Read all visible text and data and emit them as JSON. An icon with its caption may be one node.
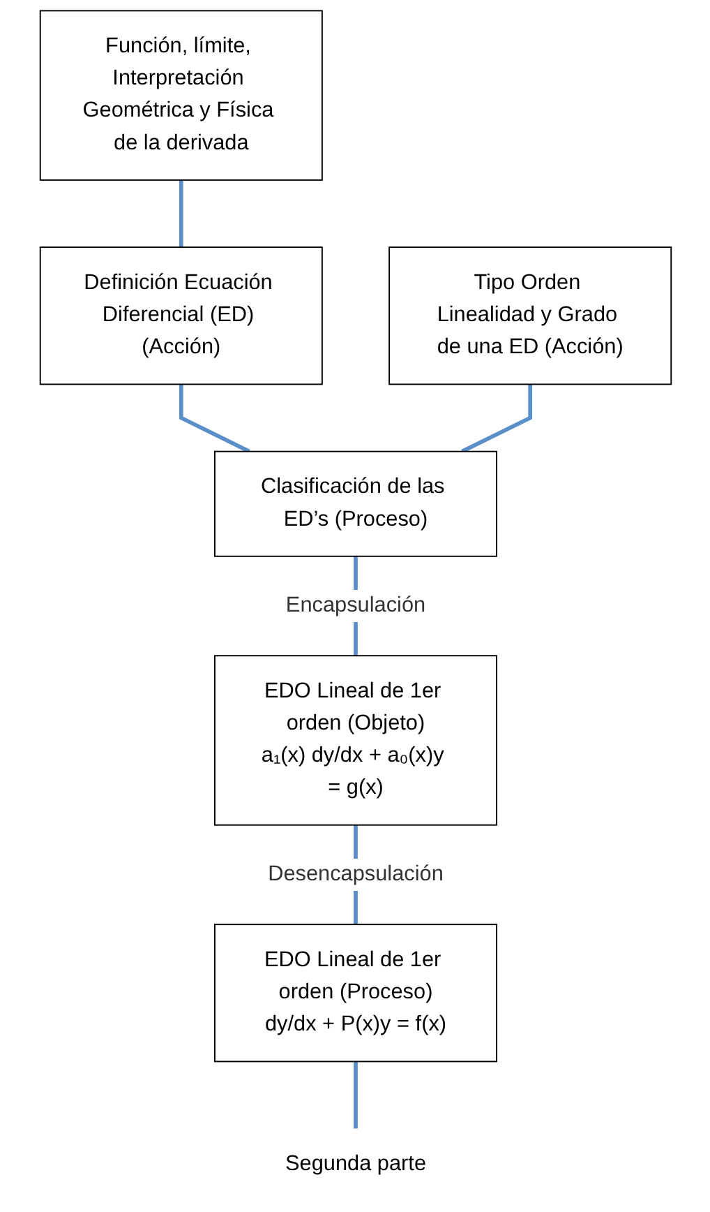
{
  "diagram": {
    "nodes": [
      {
        "text": [
          "Función, límite, Interpretación Geométrica y Física de la derivada"
        ]
      },
      {
        "text": [
          "Definición Ecuación Diferencial (ED) (Acción)"
        ]
      },
      {
        "text": [
          "Tipo Orden Linealidad y Grado de una ED (Acción)"
        ]
      },
      {
        "text": [
          "Clasificación de las ED’s (Proceso)"
        ]
      },
      {
        "text": [
          "EDO Lineal de 1er orden (Objeto)",
          "a₁(x) dy/dx + a₀(x)y = g(x)"
        ]
      },
      {
        "text": [
          "EDO Lineal de 1er orden (Proceso)",
          "dy/dx + P(x)y = f(x)"
        ]
      },
      {
        "text": [
          "Segunda parte"
        ]
      }
    ],
    "edges": [
      {
        "from": 0,
        "to": 1,
        "arrow": "none"
      },
      {
        "from": 1,
        "to": 3,
        "arrow": "none"
      },
      {
        "from": 2,
        "to": 3,
        "arrow": "none"
      },
      {
        "from": 3,
        "to": 4,
        "arrow": "none",
        "label": "Encapsulación"
      },
      {
        "from": 4,
        "to": 5,
        "arrow": "none",
        "label": "Desencapsulación"
      },
      {
        "from": 5,
        "to": 6,
        "arrow": "none"
      }
    ]
  }
}
